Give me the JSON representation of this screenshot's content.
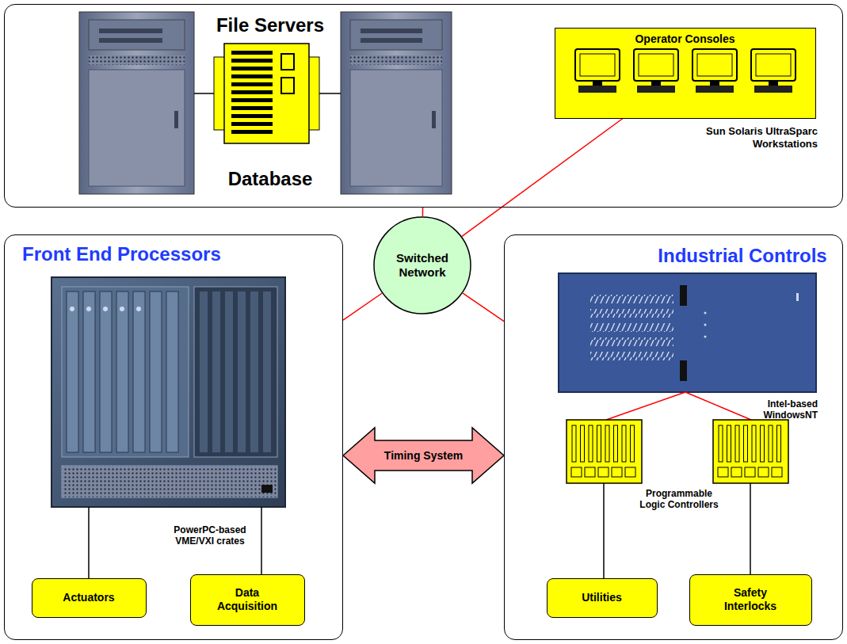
{
  "diagram": {
    "nodes": [
      {
        "text": [
          "File Servers",
          "Database"
        ]
      },
      {
        "text": [
          "Operator Consoles"
        ],
        "in": 0
      },
      {
        "text": [
          "Switched Network"
        ]
      },
      {
        "text": [
          "Front End Processors"
        ]
      },
      {
        "text": [
          "Actuators"
        ],
        "in": 3
      },
      {
        "text": [
          "Data Acquisition"
        ],
        "in": 3
      },
      {
        "text": [
          "Industrial Controls"
        ]
      },
      {
        "text": [
          "Utilities"
        ],
        "in": 6
      },
      {
        "text": [
          "Safety Interlocks"
        ],
        "in": 6
      }
    ],
    "edges": [
      {
        "from": 2,
        "to": 0,
        "arrow": "none"
      },
      {
        "from": 2,
        "to": 1,
        "arrow": "none"
      },
      {
        "from": 2,
        "to": 3,
        "arrow": "none"
      },
      {
        "from": 2,
        "to": 6,
        "arrow": "none"
      },
      {
        "from": 3,
        "to": 6,
        "label": "Timing System",
        "arrow": "both"
      }
    ],
    "labels": [
      "Sun Solaris UltraSparc Workstations",
      "PowerPC-based VME/VXI crates",
      "Intel-based WindowsNT",
      "Programmable Logic Controllers"
    ]
  }
}
